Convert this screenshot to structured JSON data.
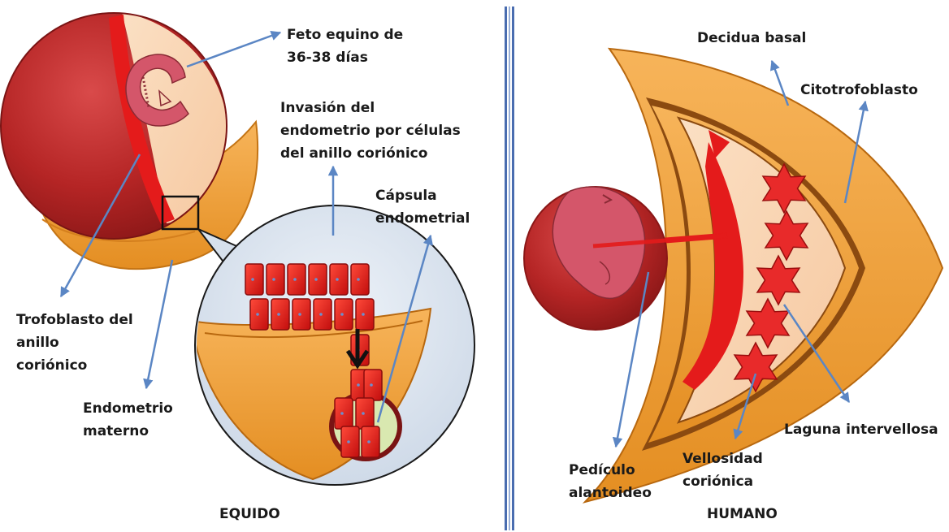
{
  "equido": {
    "title": "EQUIDO",
    "labels": {
      "feto_line1": "Feto  equino de",
      "feto_line2": "36-38 días",
      "invasion_line1": "Invasión del",
      "invasion_line2": "endometrio por células",
      "invasion_line3": "del anillo coriónico",
      "capsula_line1": "Cápsula",
      "capsula_line2": "endometrial",
      "trofoblasto_line1": "Trofoblasto del",
      "trofoblasto_line2": "anillo",
      "trofoblasto_line3": "coriónico",
      "endometrio_line1": "Endometrio",
      "endometrio_line2": "materno"
    }
  },
  "humano": {
    "title": "HUMANO",
    "labels": {
      "decidua": "Decidua basal",
      "citotrofoblasto": "Citotrofoblasto",
      "laguna": "Laguna intervellosa",
      "vellosidad_line1": "Vellosidad",
      "vellosidad_line2": "coriónica",
      "pediculo_line1": "Pedículo",
      "pediculo_line2": "alantoideo"
    }
  },
  "colors": {
    "orange": "#f0a040",
    "orange_dark": "#b8680f",
    "red": "#e41b1b",
    "maroon": "#7a1414",
    "peach": "#fad7b4",
    "arrow_blue": "#5b86c4",
    "bubble": "#dde6f0",
    "divider_blue": "#4a6db0"
  }
}
